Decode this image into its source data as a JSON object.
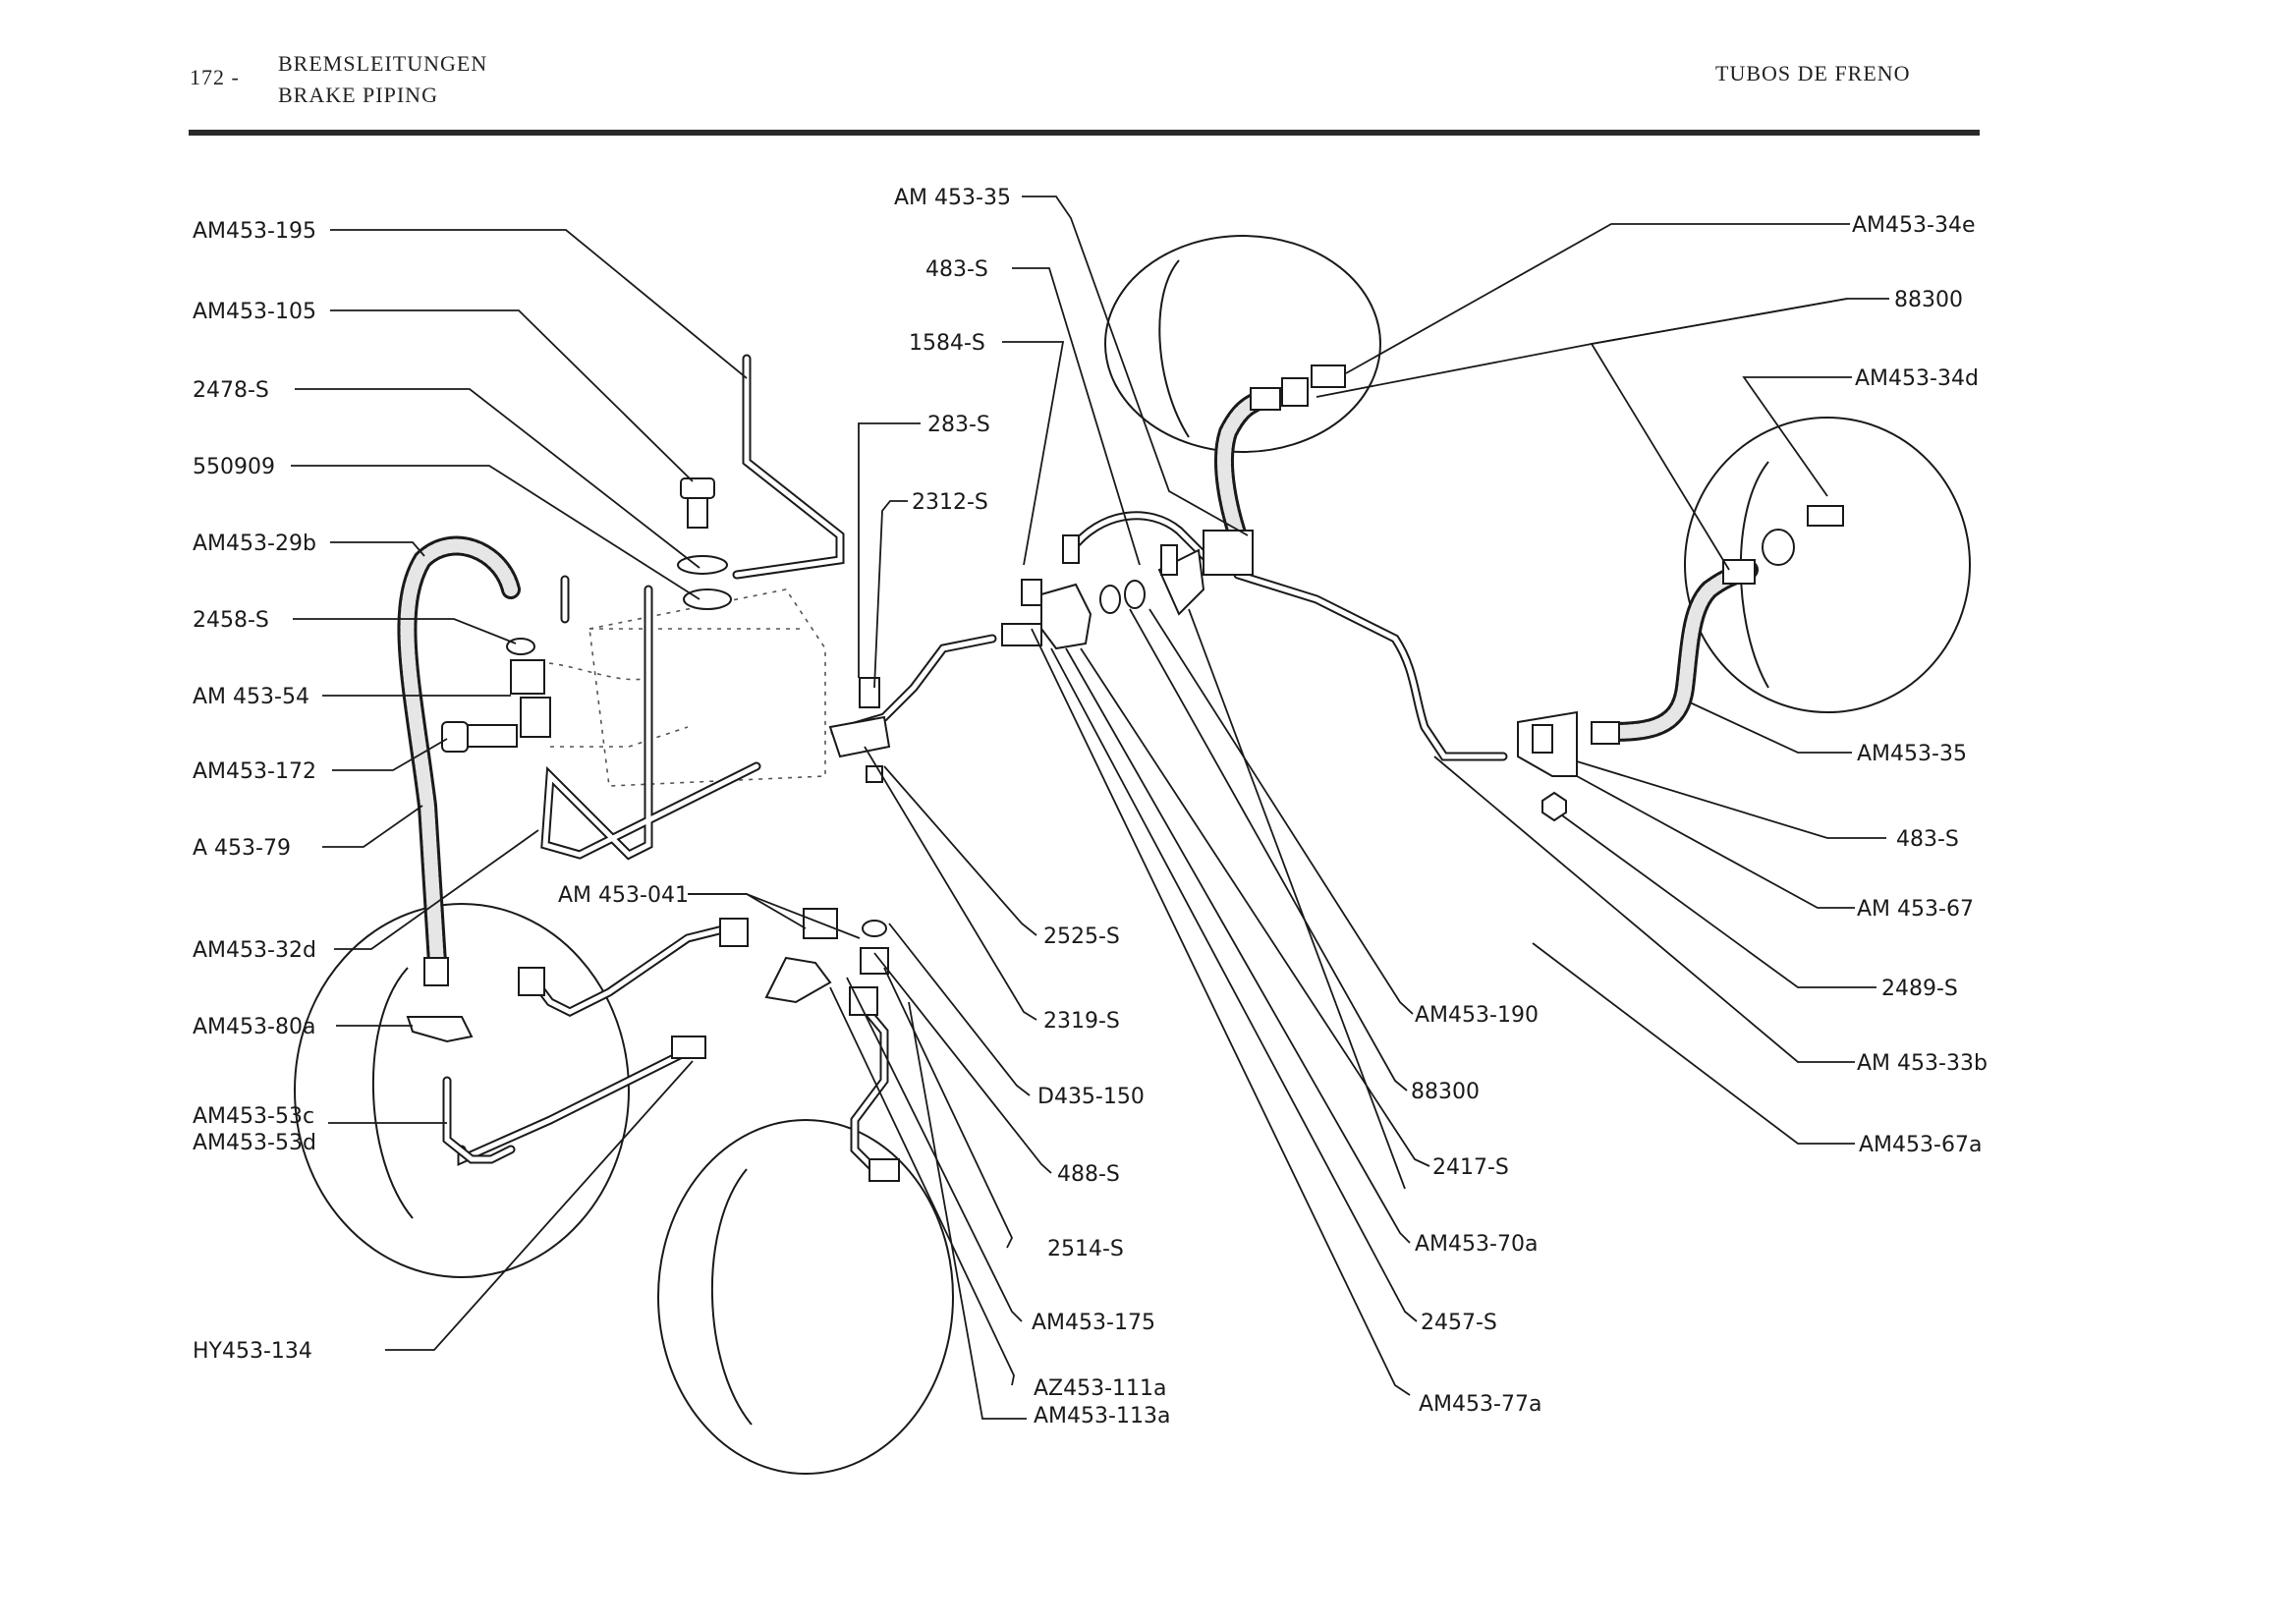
{
  "header": {
    "page_number": "172 -",
    "title_de": "BREMSLEITUNGEN",
    "title_en": "BRAKE PIPING",
    "title_es": "TUBOS DE FRENO"
  },
  "parts_left": [
    "AM453-195",
    "AM453-105",
    "2478-S",
    "550909",
    "AM453-29b",
    "2458-S",
    "AM 453-54",
    "AM453-172",
    "A 453-79",
    "AM453-32d",
    "AM453-80a",
    "AM453-53c",
    "AM453-53d",
    "HY453-134"
  ],
  "parts_center": [
    "AM 453-35",
    "483-S",
    "1584-S",
    "283-S",
    "2312-S",
    "AM 453-041",
    "2525-S",
    "2319-S",
    "D435-150",
    "488-S",
    "2514-S",
    "AM453-175",
    "AZ453-111a",
    "AM453-113a"
  ],
  "parts_right": [
    "AM453-34e",
    "88300",
    "AM453-34d",
    "AM453-35",
    "483-S",
    "AM 453-67",
    "2489-S",
    "AM 453-33b",
    "AM453-67a",
    "AM453-190",
    "88300",
    "2417-S",
    "AM453-70a",
    "2457-S",
    "AM453-77a"
  ]
}
